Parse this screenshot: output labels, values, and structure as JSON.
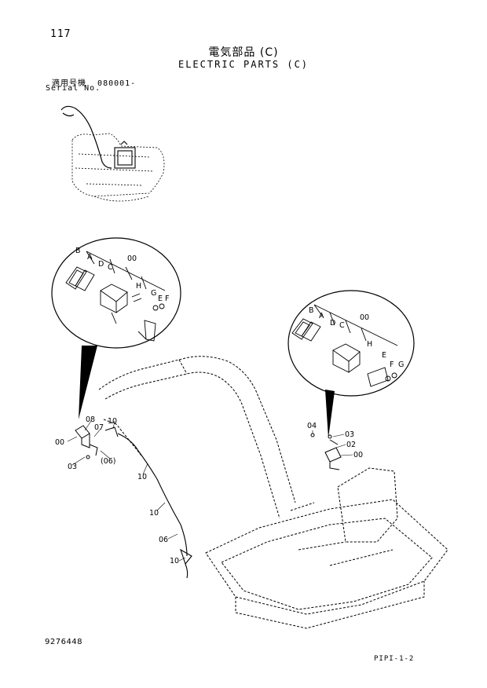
{
  "header": {
    "page_number": "117",
    "title_ja": "電気部品 (C)",
    "title_en": "ELECTRIC PARTS (C)",
    "serial_label_ja": "適用号機",
    "serial_value": "080001-",
    "serial_label_en": "Serial No."
  },
  "callouts": {
    "left_detail": [
      "B",
      "A",
      "D",
      "C",
      "00",
      "H",
      "G",
      "E",
      "F"
    ],
    "right_detail": [
      "B",
      "A",
      "D",
      "C",
      "00",
      "H",
      "E",
      "F",
      "G"
    ],
    "left_main": [
      "08",
      "07",
      "10",
      "00",
      "03",
      "(06)",
      "10",
      "10",
      "06",
      "10"
    ],
    "right_main": [
      "04",
      "03",
      "02",
      "00"
    ]
  },
  "footer": {
    "drawing_number": "9276448",
    "page_code": "PIPI-1-2"
  }
}
